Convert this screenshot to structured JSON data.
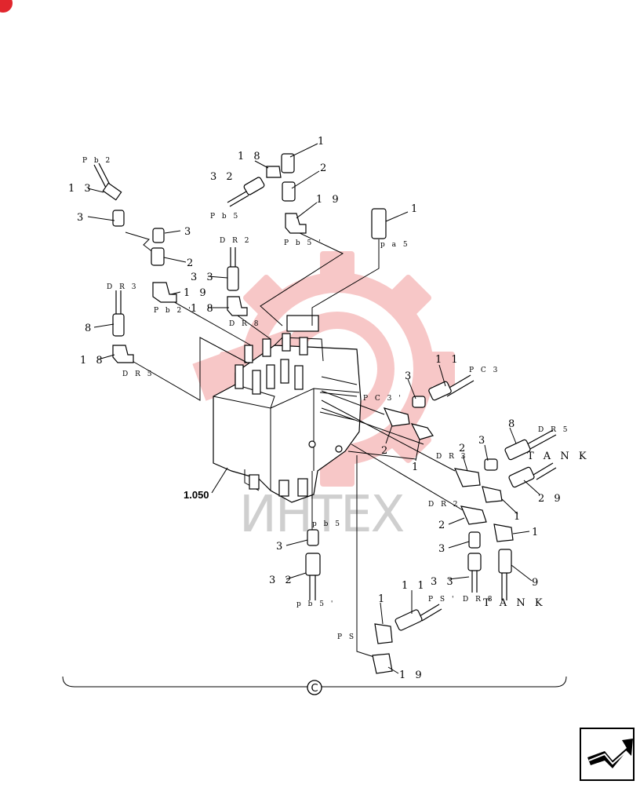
{
  "diagram": {
    "assembly_ref": "1.050",
    "section_letter": "C",
    "watermark_text": "ИНТЕХ",
    "callouts": {
      "n1": "1",
      "n2": "2",
      "n3": "3",
      "n8": "8",
      "n9": "9",
      "n11": "1 1",
      "n13": "1 3",
      "n18": "1 8",
      "n19": "1 9",
      "n29": "2 9",
      "n32": "3 2",
      "n33": "3 3"
    },
    "ports": {
      "pb2": "P b 2",
      "pb5": "P b 5",
      "pb5p": "P b 5 '",
      "pa5": "p a 5",
      "pb2p": "P b 2 '",
      "dr2": "D R 2",
      "dr3": "D R 3",
      "dr5": "D R 5",
      "dr8": "D R 8",
      "pc3": "P C 3",
      "pc3p": "P C 3 '",
      "tank": "T A N K",
      "pb5l": "p b 5",
      "pb5lp": "p b 5 '",
      "ps": "P S",
      "psp": "P S '"
    }
  },
  "nav": {
    "next_icon": "arrow-next-icon"
  },
  "corner_icon": "red-corner-marker-icon",
  "colors": {
    "watermark": "#f0a3a3",
    "line": "#000000"
  }
}
